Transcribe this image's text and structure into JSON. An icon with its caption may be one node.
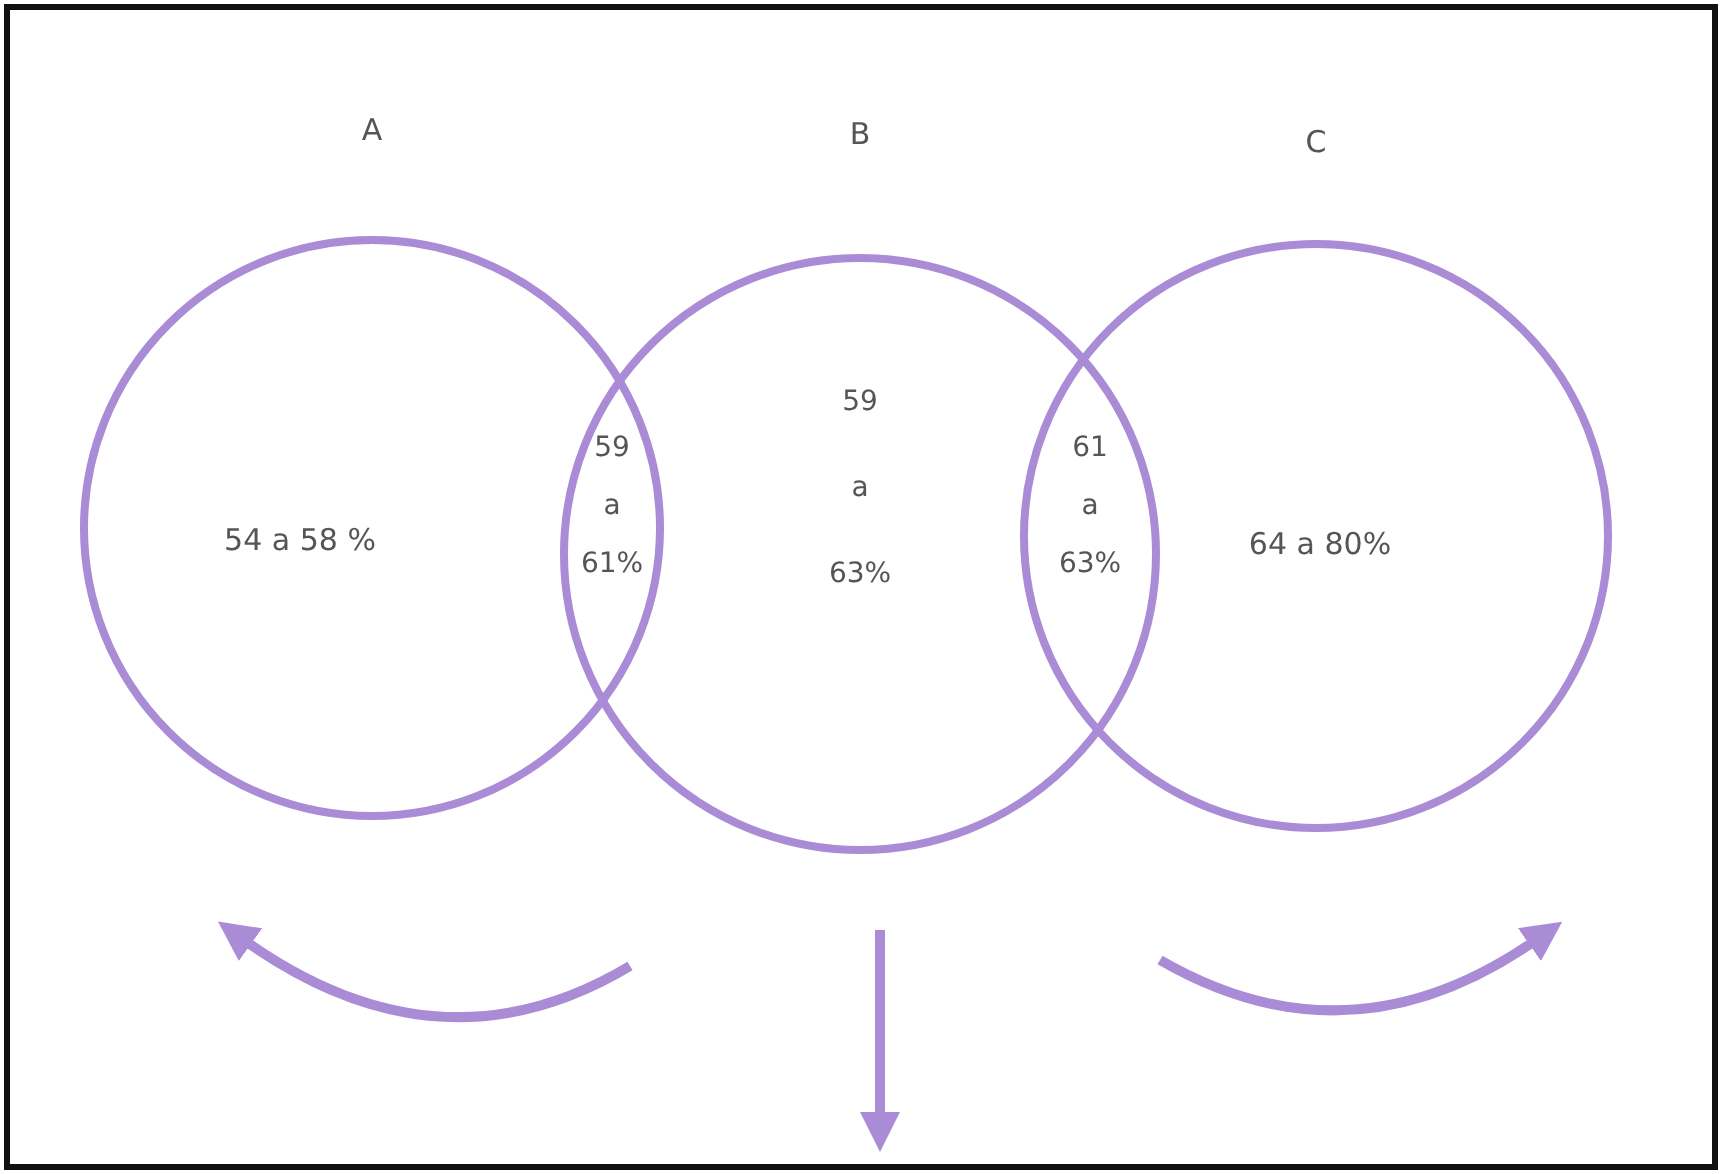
{
  "diagram": {
    "nodes": [
      {
        "text": [
          "A",
          "54 a 58 %"
        ]
      },
      {
        "text": [
          "B",
          "59 a 63%"
        ]
      },
      {
        "text": [
          "C",
          "64 a 80%"
        ]
      }
    ],
    "labels": [
      "59 a 61%",
      "61 a 63%"
    ]
  }
}
